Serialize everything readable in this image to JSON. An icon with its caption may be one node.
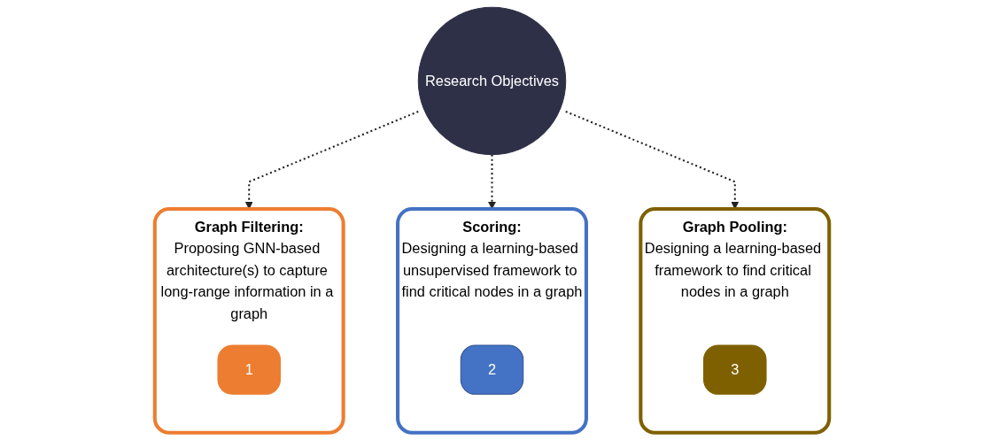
{
  "diagram": {
    "nodes": [
      {
        "text": [
          "Research Objectives"
        ]
      },
      {
        "text": [
          "Graph Filtering:",
          "Proposing GNN-based architecture(s) to capture long-range information in a graph"
        ]
      },
      {
        "text": [
          "1"
        ],
        "in": 1
      },
      {
        "text": [
          "Scoring:",
          "Designing a learning-based unsupervised framework to find critical nodes in a graph"
        ]
      },
      {
        "text": [
          "2"
        ],
        "in": 3
      },
      {
        "text": [
          "Graph Pooling:",
          "Designing a learning-based framework to find critical nodes in a graph"
        ]
      },
      {
        "text": [
          "3"
        ],
        "in": 5
      }
    ],
    "edges": [
      {
        "from": 0,
        "to": 1,
        "arrow": "to",
        "style": "dashed"
      },
      {
        "from": 0,
        "to": 3,
        "arrow": "to",
        "style": "dashed"
      },
      {
        "from": 0,
        "to": 5,
        "arrow": "to",
        "style": "dashed"
      }
    ]
  }
}
